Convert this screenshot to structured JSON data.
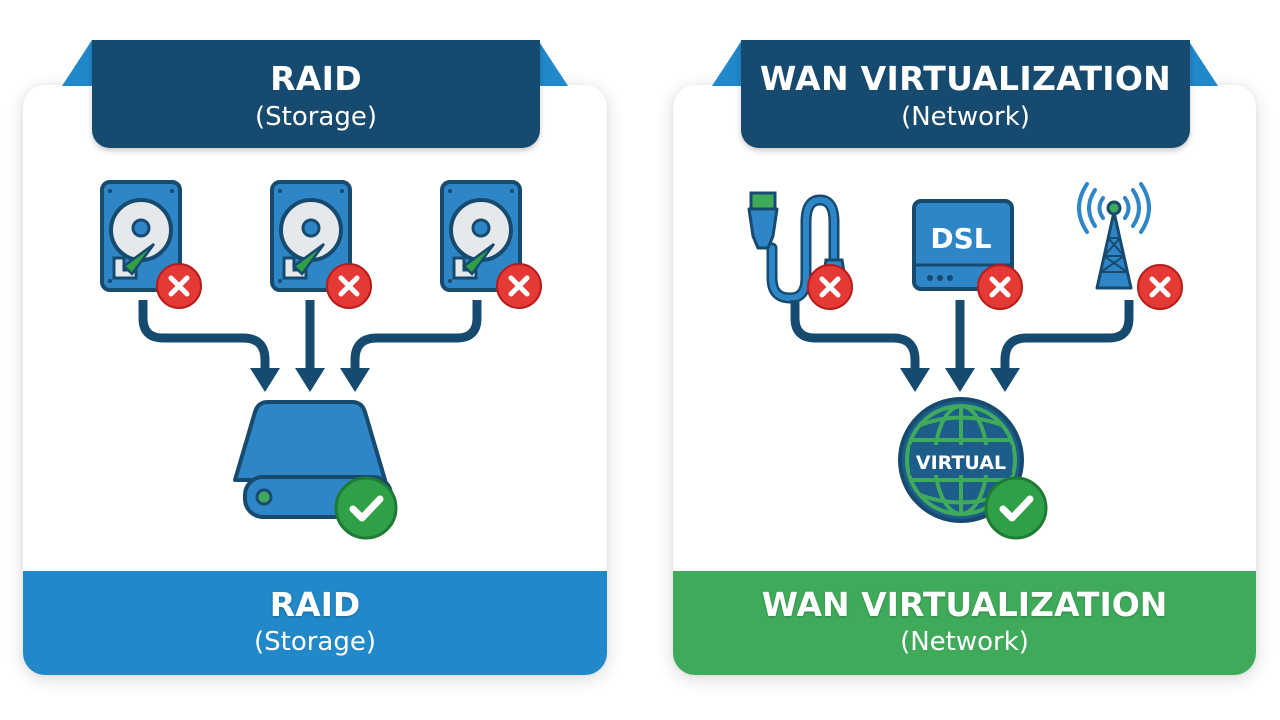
{
  "colors": {
    "navy": "#174a6f",
    "blue": "#2188c9",
    "green": "#3fab5a",
    "error_red": "#e53935",
    "ok_green": "#2fa047"
  },
  "panels": [
    {
      "id": "raid",
      "header": {
        "title": "RAID",
        "subtitle": "(Storage)"
      },
      "sources": [
        {
          "name": "hard-drive-1",
          "icon": "hard-drive-icon",
          "status": "failed"
        },
        {
          "name": "hard-drive-2",
          "icon": "hard-drive-icon",
          "status": "failed"
        },
        {
          "name": "hard-drive-3",
          "icon": "hard-drive-icon",
          "status": "failed"
        }
      ],
      "result": {
        "icon": "storage-array-icon",
        "status": "ok"
      },
      "footer": {
        "title": "RAID",
        "subtitle": "(Storage)",
        "color": "#2188c9"
      }
    },
    {
      "id": "wan",
      "header": {
        "title": "WAN VIRTUALIZATION",
        "subtitle": "(Network)"
      },
      "sources": [
        {
          "name": "ethernet-cable",
          "icon": "ethernet-cable-icon",
          "status": "failed"
        },
        {
          "name": "dsl-modem",
          "icon": "dsl-modem-icon",
          "status": "failed",
          "label": "DSL"
        },
        {
          "name": "cell-tower",
          "icon": "cell-tower-icon",
          "status": "failed"
        }
      ],
      "result": {
        "icon": "globe-icon",
        "status": "ok",
        "label": "VIRTUAL"
      },
      "footer": {
        "title": "WAN VIRTUALIZATION",
        "subtitle": "(Network)",
        "color": "#3fab5a"
      }
    }
  ]
}
